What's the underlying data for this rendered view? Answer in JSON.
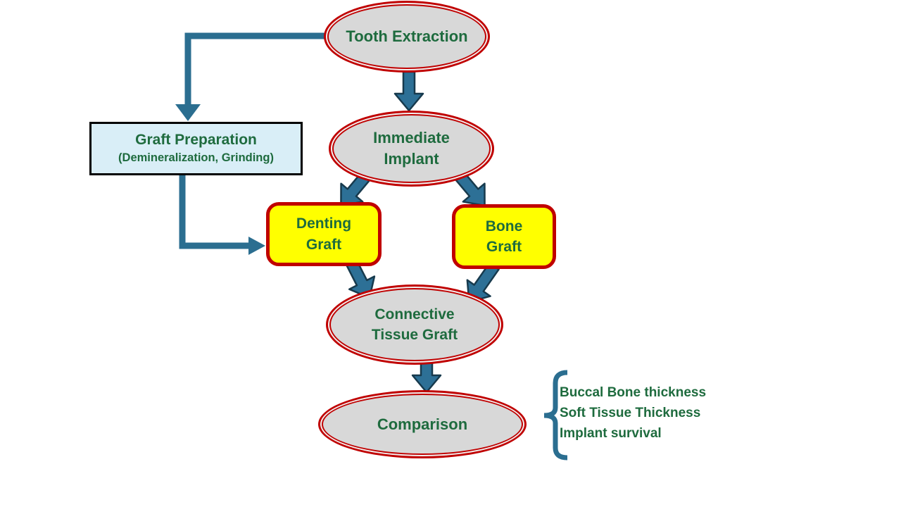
{
  "diagram": {
    "nodes": {
      "tooth_extraction": {
        "label": "Tooth Extraction"
      },
      "graft_preparation": {
        "title": "Graft Preparation",
        "subtitle": "(Demineralization, Grinding)"
      },
      "immediate_implant": {
        "lines": [
          "Immediate",
          "Implant"
        ]
      },
      "denting_graft": {
        "lines": [
          "Denting",
          "Graft"
        ]
      },
      "bone_graft": {
        "lines": [
          "Bone",
          "Graft"
        ]
      },
      "connective_tissue_graft": {
        "lines": [
          "Connective",
          "Tissue Graft"
        ]
      },
      "comparison": {
        "label": "Comparison"
      }
    },
    "comparison_outcomes": [
      "Buccal Bone thickness",
      "Soft Tissue Thickness",
      "Implant survival"
    ],
    "colors": {
      "node_fill_gray": "#D8D8D8",
      "node_border_red": "#C00000",
      "highlight_yellow": "#FFFF00",
      "prep_fill_blue": "#D9EEF7",
      "prep_border_black": "#000000",
      "arrow_teal": "#2D7096",
      "arrow_outline": "#173A4D",
      "text_green": "#1E6B3E"
    }
  }
}
